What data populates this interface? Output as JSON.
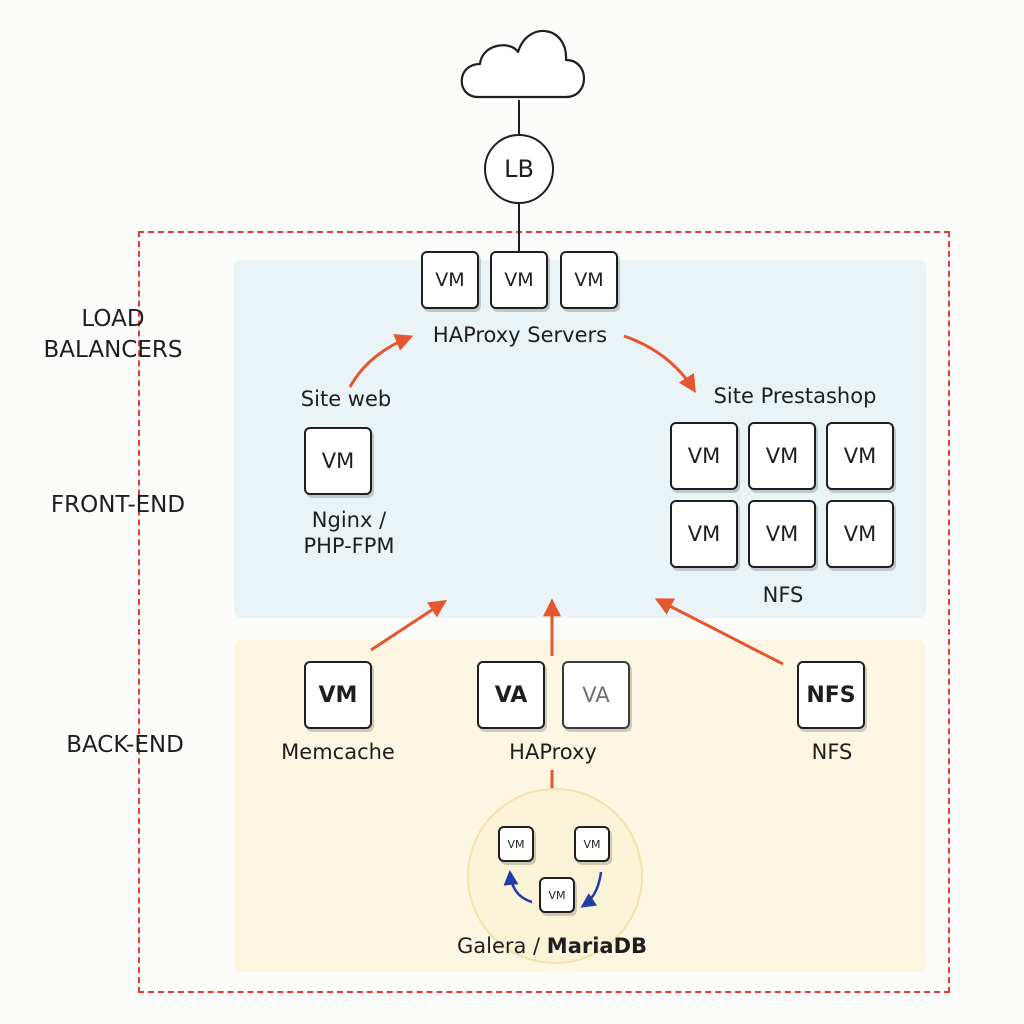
{
  "internet": {
    "icon": "cloud-icon"
  },
  "load_balancer": {
    "label": "LB"
  },
  "tiers": {
    "load_balancers": "LOAD\nBALANCERS",
    "front_end": "FRONT-END",
    "back_end": "BACK-END"
  },
  "haproxy_servers": {
    "label": "HAProxy Servers",
    "vms": [
      "VM",
      "VM",
      "VM"
    ]
  },
  "site_web": {
    "label": "Site web",
    "vm": "VM",
    "caption": "Nginx /\nPHP-FPM"
  },
  "site_prestashop": {
    "label": "Site Prestashop",
    "vms": [
      "VM",
      "VM",
      "VM",
      "VM",
      "VM",
      "VM"
    ],
    "caption": "NFS"
  },
  "memcache": {
    "vm": "VM",
    "caption": "Memcache"
  },
  "haproxy_backend": {
    "active": "VA",
    "standby": "VA",
    "caption": "HAProxy"
  },
  "nfs": {
    "box": "NFS",
    "caption": "NFS"
  },
  "galera": {
    "vms": [
      "VM",
      "VM",
      "VM"
    ],
    "caption_prefix": "Galera / ",
    "caption_bold": "MariaDB"
  },
  "colors": {
    "arrow": "#e4572e",
    "replication": "#1f3ea8",
    "boundary": "#e23b3b",
    "front_bg": "#eaf3f6",
    "back_bg": "#fcf6e3"
  }
}
